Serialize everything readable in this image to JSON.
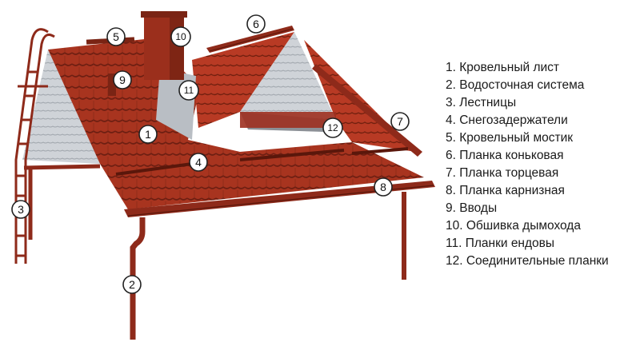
{
  "colors": {
    "roof": "#a8341f",
    "roof_dark": "#6e1f12",
    "roof_light": "#c44a32",
    "gutter": "#8e2a1a",
    "glass": "#c9cdd2",
    "background": "#ffffff"
  },
  "callouts": [
    {
      "id": "1",
      "name": "callout-1"
    },
    {
      "id": "2",
      "name": "callout-2"
    },
    {
      "id": "3",
      "name": "callout-3"
    },
    {
      "id": "4",
      "name": "callout-4"
    },
    {
      "id": "5",
      "name": "callout-5"
    },
    {
      "id": "6",
      "name": "callout-6"
    },
    {
      "id": "7",
      "name": "callout-7"
    },
    {
      "id": "8",
      "name": "callout-8"
    },
    {
      "id": "9",
      "name": "callout-9"
    },
    {
      "id": "10",
      "name": "callout-10"
    },
    {
      "id": "11",
      "name": "callout-11"
    },
    {
      "id": "12",
      "name": "callout-12"
    }
  ],
  "legend": [
    "1.  Кровельный лист",
    "2.  Водосточная система",
    "3.  Лестницы",
    "4.  Снегозадержатели",
    "5.  Кровельный мостик",
    "6.  Планка коньковая",
    "7.  Планка торцевая",
    "8.  Планка карнизная",
    "9.  Вводы",
    "10. Обшивка дымохода",
    "11. Планки ендовы",
    "12. Соединительные планки"
  ]
}
